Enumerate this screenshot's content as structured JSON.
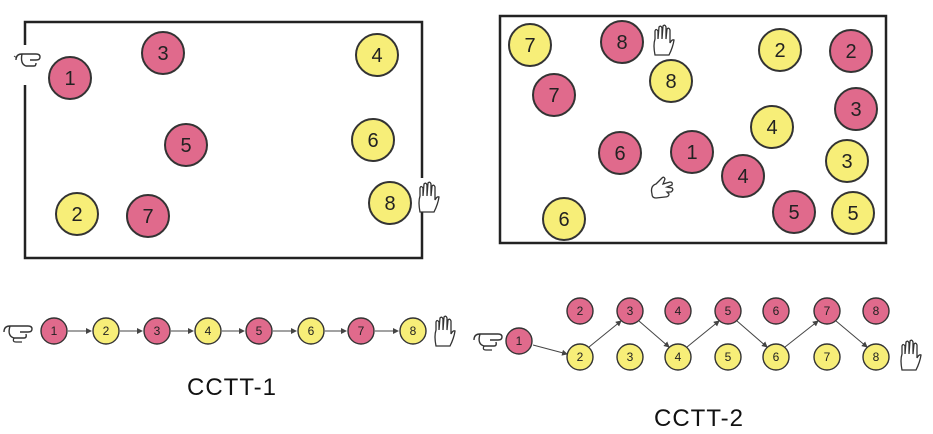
{
  "colors": {
    "pink": "#e06a8c",
    "yellow": "#f7ee78",
    "stroke": "#333333"
  },
  "captions": {
    "test1": "CCTT-1",
    "test2": "CCTT-2"
  },
  "test1_board": {
    "circles": [
      {
        "label": "1",
        "color": "pink"
      },
      {
        "label": "3",
        "color": "pink"
      },
      {
        "label": "4",
        "color": "yellow"
      },
      {
        "label": "5",
        "color": "pink"
      },
      {
        "label": "6",
        "color": "yellow"
      },
      {
        "label": "2",
        "color": "yellow"
      },
      {
        "label": "7",
        "color": "pink"
      },
      {
        "label": "8",
        "color": "yellow"
      }
    ]
  },
  "test2_board": {
    "circles": [
      {
        "label": "7",
        "color": "yellow"
      },
      {
        "label": "8",
        "color": "pink"
      },
      {
        "label": "2",
        "color": "yellow"
      },
      {
        "label": "2",
        "color": "pink"
      },
      {
        "label": "7",
        "color": "pink"
      },
      {
        "label": "8",
        "color": "yellow"
      },
      {
        "label": "3",
        "color": "pink"
      },
      {
        "label": "4",
        "color": "yellow"
      },
      {
        "label": "6",
        "color": "pink"
      },
      {
        "label": "1",
        "color": "pink"
      },
      {
        "label": "4",
        "color": "pink"
      },
      {
        "label": "3",
        "color": "yellow"
      },
      {
        "label": "5",
        "color": "pink"
      },
      {
        "label": "5",
        "color": "yellow"
      },
      {
        "label": "6",
        "color": "yellow"
      }
    ]
  },
  "test1_sequence": [
    "1",
    "2",
    "3",
    "4",
    "5",
    "6",
    "7",
    "8"
  ],
  "test1_sequence_colors": [
    "pink",
    "yellow",
    "pink",
    "yellow",
    "pink",
    "yellow",
    "pink",
    "yellow"
  ],
  "test2_sequence": {
    "start": "1",
    "top_pink": [
      "2",
      "3",
      "4",
      "5",
      "6",
      "7",
      "8"
    ],
    "bottom_yellow": [
      "2",
      "3",
      "4",
      "5",
      "6",
      "7",
      "8"
    ]
  }
}
